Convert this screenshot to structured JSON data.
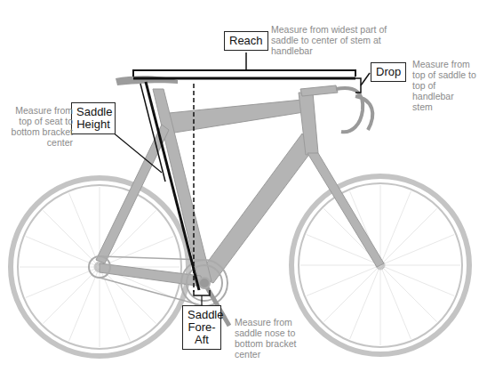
{
  "diagram": {
    "nodes": [
      {
        "text": [
          "Reach"
        ]
      },
      {
        "text": [
          "Drop"
        ]
      },
      {
        "text": [
          "Saddle Height"
        ]
      },
      {
        "text": [
          "Saddle Fore-Aft"
        ]
      }
    ],
    "labels": [
      "Measure from widest part of saddle to center of stem at handlebar",
      "Measure from top of saddle to top of handlebar stem",
      "Measure from top of seat to bottom bracket center",
      "Measure from saddle nose to bottom bracket center"
    ]
  }
}
